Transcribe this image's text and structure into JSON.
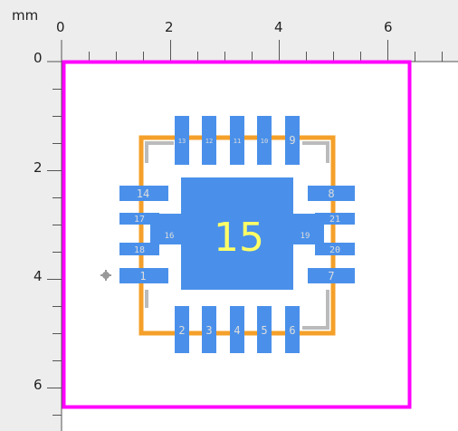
{
  "ruler": {
    "unit": "mm",
    "x_labels": [
      "0",
      "2",
      "4",
      "6"
    ],
    "y_labels": [
      "0",
      "2",
      "4",
      "6"
    ]
  },
  "footprint": {
    "center_pad": "15",
    "pads_top": [
      "13",
      "12",
      "11",
      "10",
      "9"
    ],
    "pads_bottom": [
      "2",
      "3",
      "4",
      "5",
      "6"
    ],
    "pads_left": [
      "14",
      "17",
      "18",
      "1"
    ],
    "pads_right": [
      "8",
      "21",
      "20",
      "7"
    ],
    "inner_left": "16",
    "inner_right": "19"
  },
  "colors": {
    "outline": "#ff00ff",
    "pad": "#4a90ea",
    "silkscreen": "#f5a02a",
    "center_text": "#ffff66",
    "pad_text": "#dddddd",
    "ruler_bg": "#ededed"
  },
  "icons": {
    "origin_marker": "crosshair-dot-icon"
  }
}
